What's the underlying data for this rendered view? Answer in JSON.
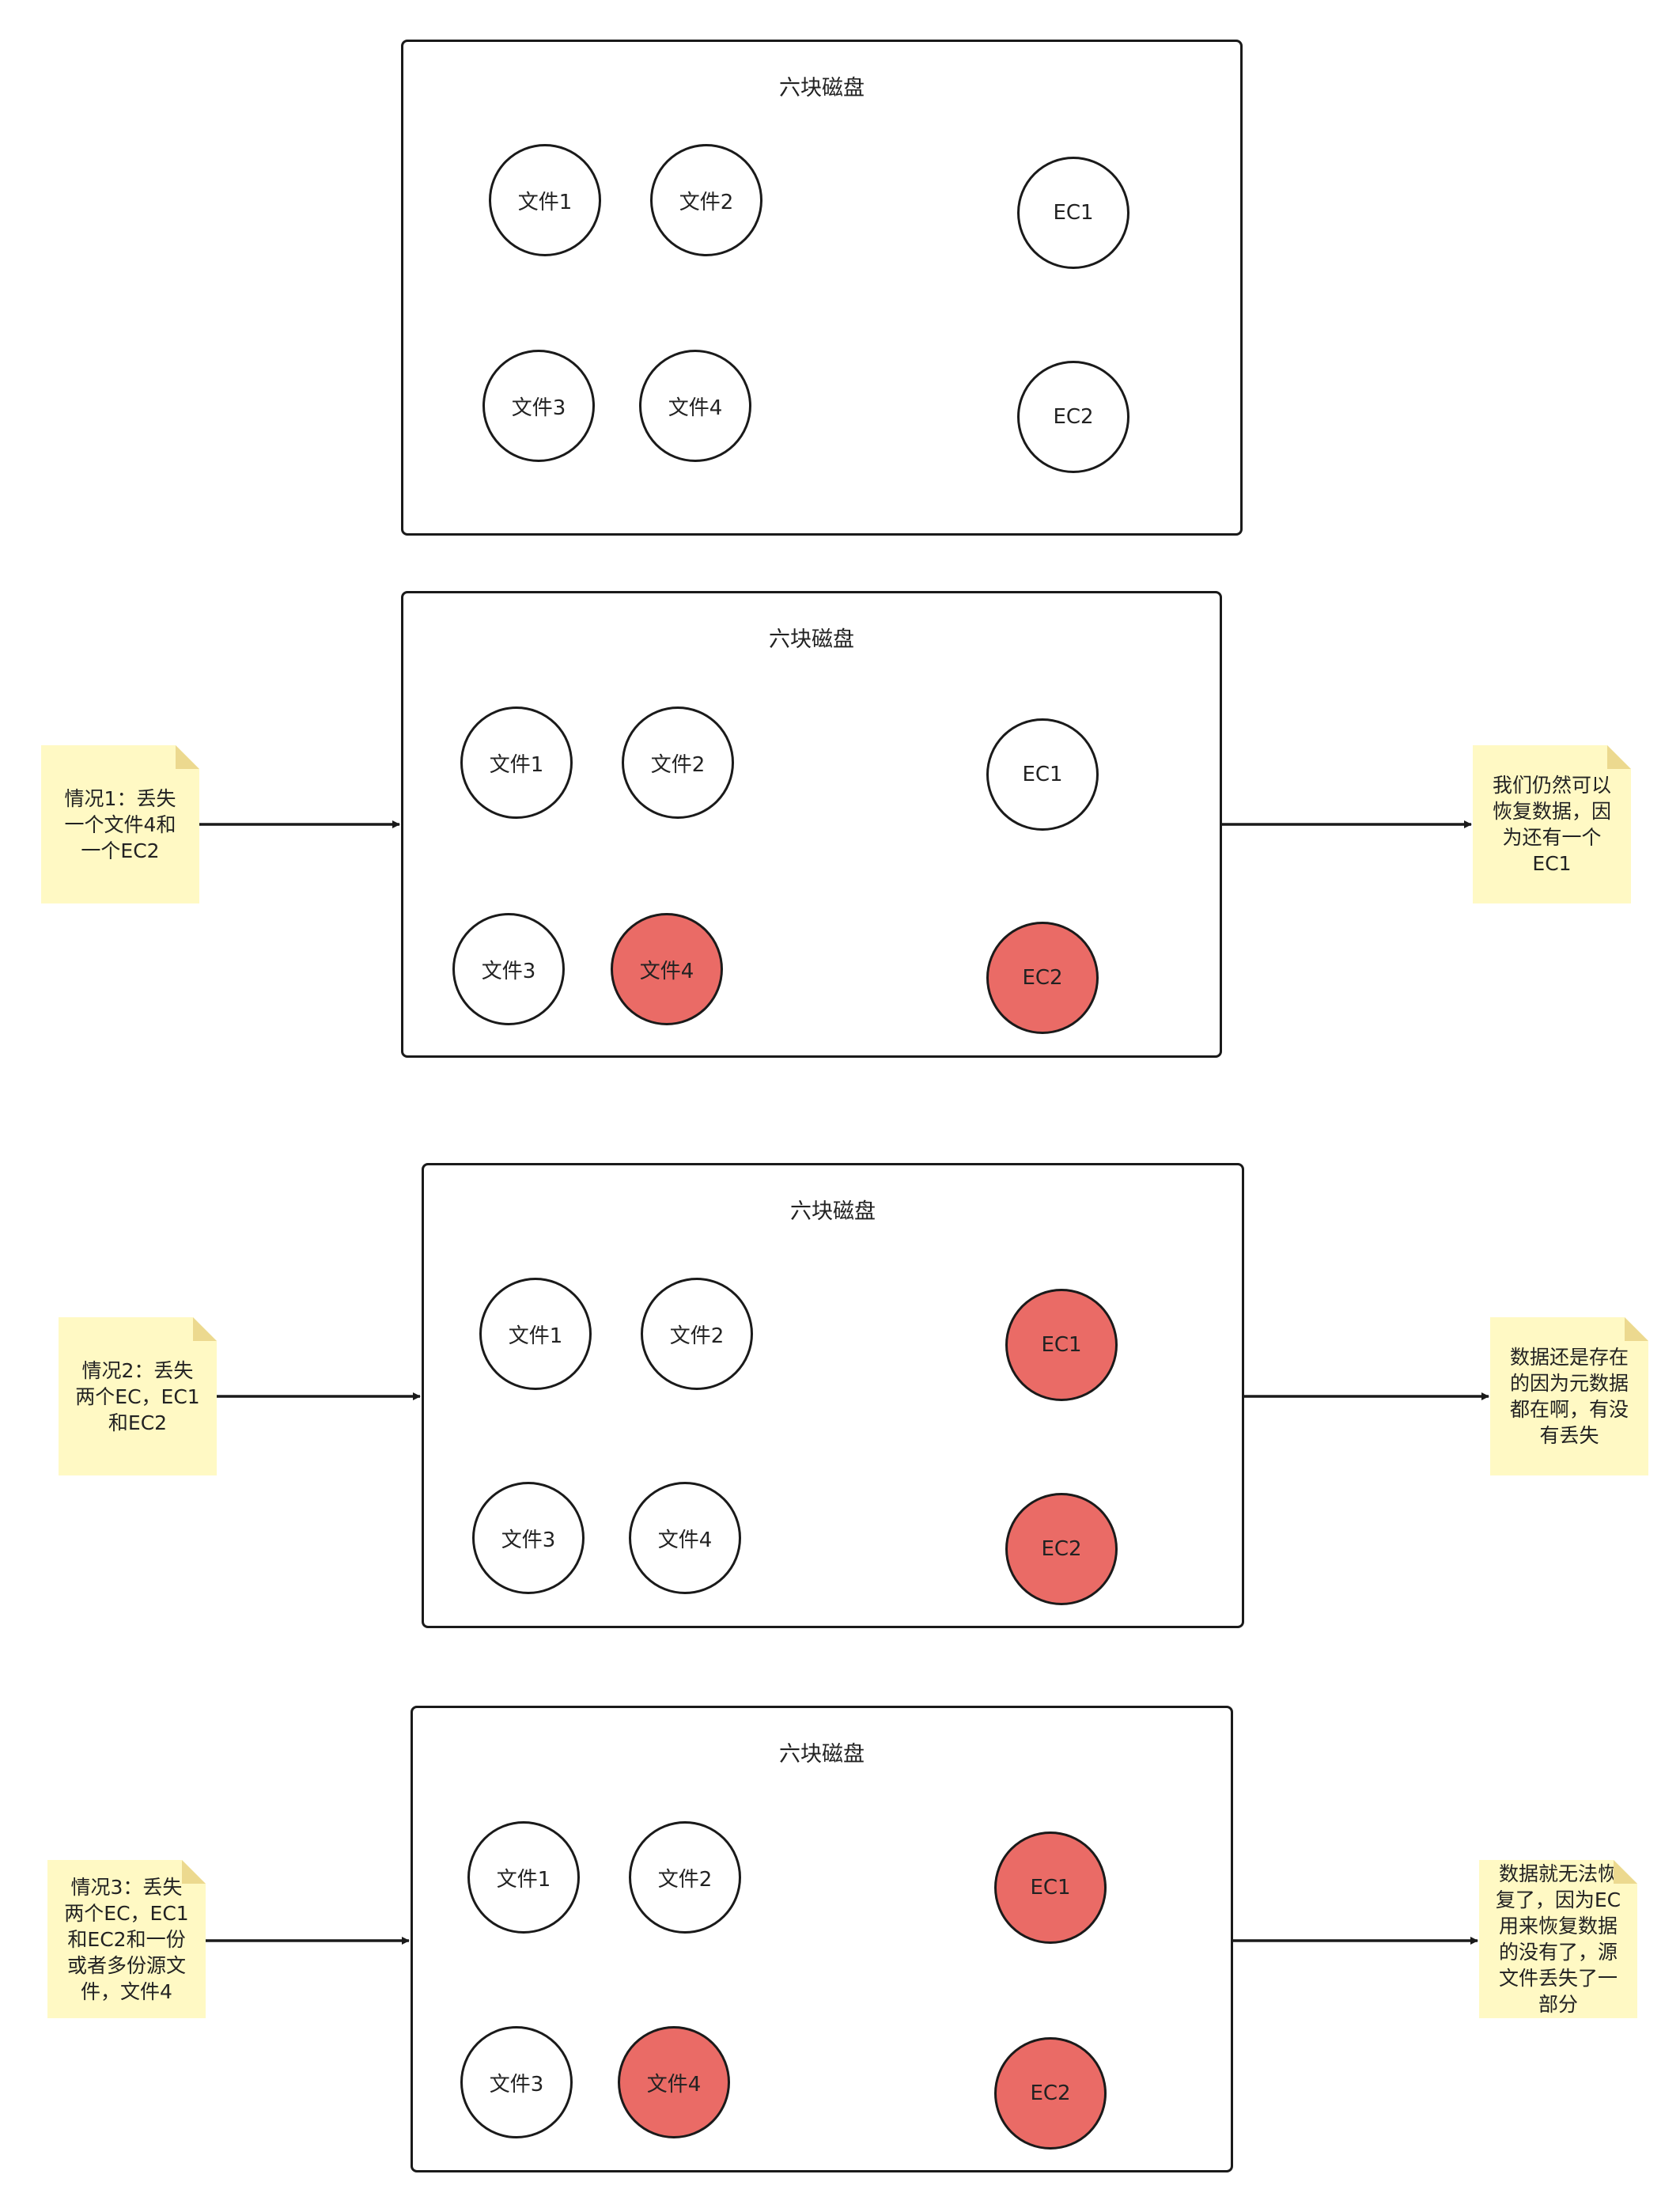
{
  "colors": {
    "lost_fill": "#ea6b66",
    "note_fill": "#fff9c4",
    "stroke": "#1a1a1a"
  },
  "panels": [
    {
      "title": "六块磁盘",
      "nodes": [
        {
          "label": "文件1",
          "lost": false
        },
        {
          "label": "文件2",
          "lost": false
        },
        {
          "label": "EC1",
          "lost": false
        },
        {
          "label": "文件3",
          "lost": false
        },
        {
          "label": "文件4",
          "lost": false
        },
        {
          "label": "EC2",
          "lost": false
        }
      ]
    },
    {
      "title": "六块磁盘",
      "case_note": "情况1：丢失\n一个文件4和\n一个EC2",
      "result_note": "我们仍然可以\n恢复数据，因\n为还有一个\nEC1",
      "nodes": [
        {
          "label": "文件1",
          "lost": false
        },
        {
          "label": "文件2",
          "lost": false
        },
        {
          "label": "EC1",
          "lost": false
        },
        {
          "label": "文件3",
          "lost": false
        },
        {
          "label": "文件4",
          "lost": true
        },
        {
          "label": "EC2",
          "lost": true
        }
      ]
    },
    {
      "title": "六块磁盘",
      "case_note": "情况2：丢失\n两个EC，EC1\n和EC2",
      "result_note": "数据还是存在\n的因为元数据\n都在啊，有没\n有丢失",
      "nodes": [
        {
          "label": "文件1",
          "lost": false
        },
        {
          "label": "文件2",
          "lost": false
        },
        {
          "label": "EC1",
          "lost": true
        },
        {
          "label": "文件3",
          "lost": false
        },
        {
          "label": "文件4",
          "lost": false
        },
        {
          "label": "EC2",
          "lost": true
        }
      ]
    },
    {
      "title": "六块磁盘",
      "case_note": "情况3：丢失\n两个EC，EC1\n和EC2和一份\n或者多份源文\n件，文件4",
      "result_note": "数据就无法恢\n复了，因为EC\n用来恢复数据\n的没有了，源\n文件丢失了一\n部分",
      "nodes": [
        {
          "label": "文件1",
          "lost": false
        },
        {
          "label": "文件2",
          "lost": false
        },
        {
          "label": "EC1",
          "lost": true
        },
        {
          "label": "文件3",
          "lost": false
        },
        {
          "label": "文件4",
          "lost": true
        },
        {
          "label": "EC2",
          "lost": true
        }
      ]
    }
  ]
}
